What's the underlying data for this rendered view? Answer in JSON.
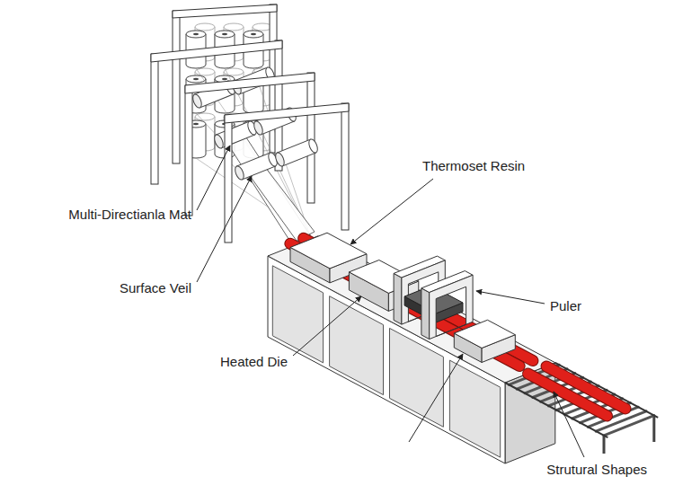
{
  "diagram": {
    "labels": [
      "Thermoset Resin",
      "Multi-Directianla Mat",
      "Surface Veil",
      "Heated Die",
      "Puler",
      "Strutural Shapes"
    ]
  }
}
